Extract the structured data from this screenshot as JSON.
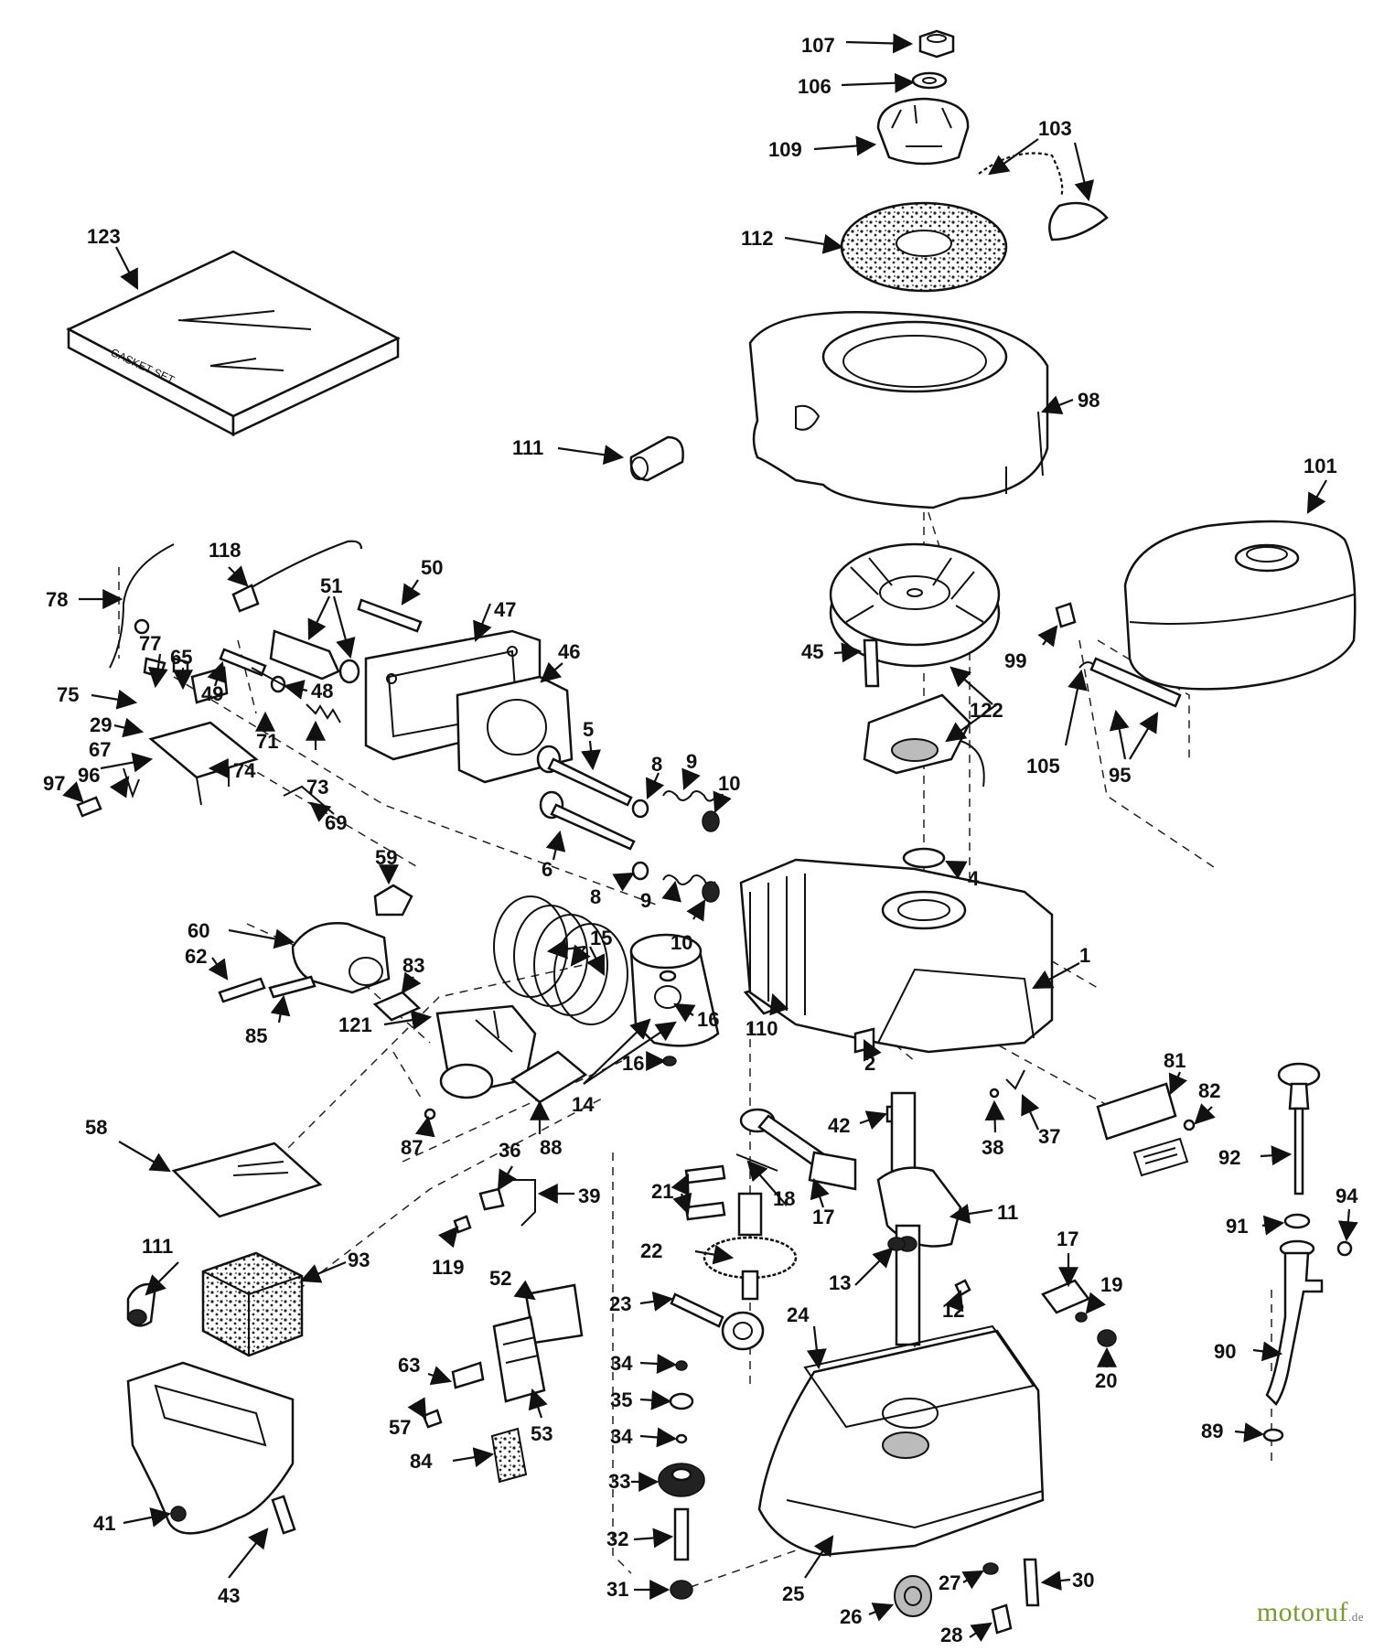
{
  "labels": [
    "107",
    "106",
    "109",
    "103",
    "112",
    "123",
    "98",
    "111",
    "101",
    "118",
    "50",
    "51",
    "47",
    "78",
    "77",
    "65",
    "49",
    "48",
    "46",
    "75",
    "29",
    "67",
    "74",
    "71",
    "73",
    "5",
    "8",
    "9",
    "10",
    "96",
    "97",
    "69",
    "6",
    "59",
    "60",
    "62",
    "85",
    "83",
    "15",
    "121",
    "16",
    "110",
    "2",
    "1",
    "14",
    "87",
    "88",
    "16",
    "58",
    "36",
    "39",
    "42",
    "38",
    "37",
    "81",
    "82",
    "92",
    "21",
    "18",
    "17",
    "11",
    "111",
    "93",
    "119",
    "22",
    "13",
    "12",
    "17",
    "19",
    "91",
    "94",
    "52",
    "23",
    "24",
    "20",
    "90",
    "63",
    "57",
    "53",
    "34",
    "35",
    "34",
    "89",
    "84",
    "33",
    "41",
    "43",
    "32",
    "30",
    "31",
    "25",
    "27",
    "26",
    "28",
    "99",
    "122",
    "45",
    "105",
    "95",
    "4",
    "8",
    "9",
    "10"
  ],
  "gasket_text": "GASKET SET",
  "watermark": {
    "brand": "motoruf",
    "tld": ".de"
  }
}
